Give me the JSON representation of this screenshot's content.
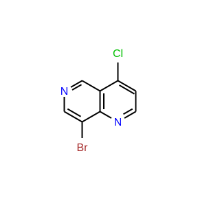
{
  "molecule": {
    "atoms": {
      "cl": {
        "label": "Cl"
      },
      "n_top": {
        "label": "N"
      },
      "n_bottom": {
        "label": "N"
      },
      "br": {
        "label": "Br"
      }
    },
    "colors": {
      "bond": "#000000",
      "carbon": "#000000",
      "nitrogen": "#0000ff",
      "chlorine": "#00c000",
      "bromine": "#a52a2a"
    }
  }
}
